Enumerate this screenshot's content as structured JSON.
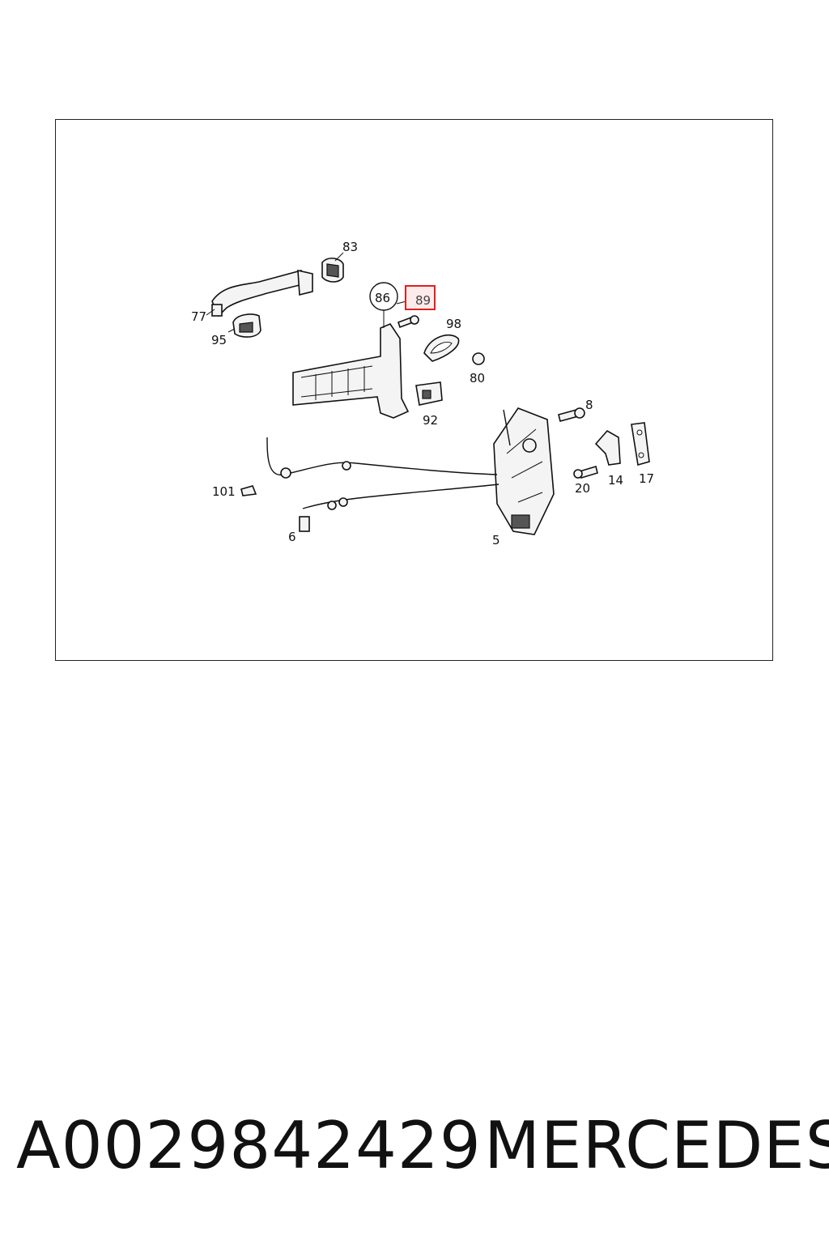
{
  "diagram": {
    "callouts": {
      "c83": "83",
      "c86": "86",
      "c89": "89",
      "c77": "77",
      "c95": "95",
      "c98": "98",
      "c80": "80",
      "c92": "92",
      "c8": "8",
      "c101": "101",
      "c20": "20",
      "c14": "14",
      "c17": "17",
      "c6": "6",
      "c5": "5"
    },
    "highlighted_callout": "89",
    "highlight_color": "#e02020"
  },
  "footer": {
    "part_number": "A0029842429",
    "brand": "MERCEDES"
  }
}
